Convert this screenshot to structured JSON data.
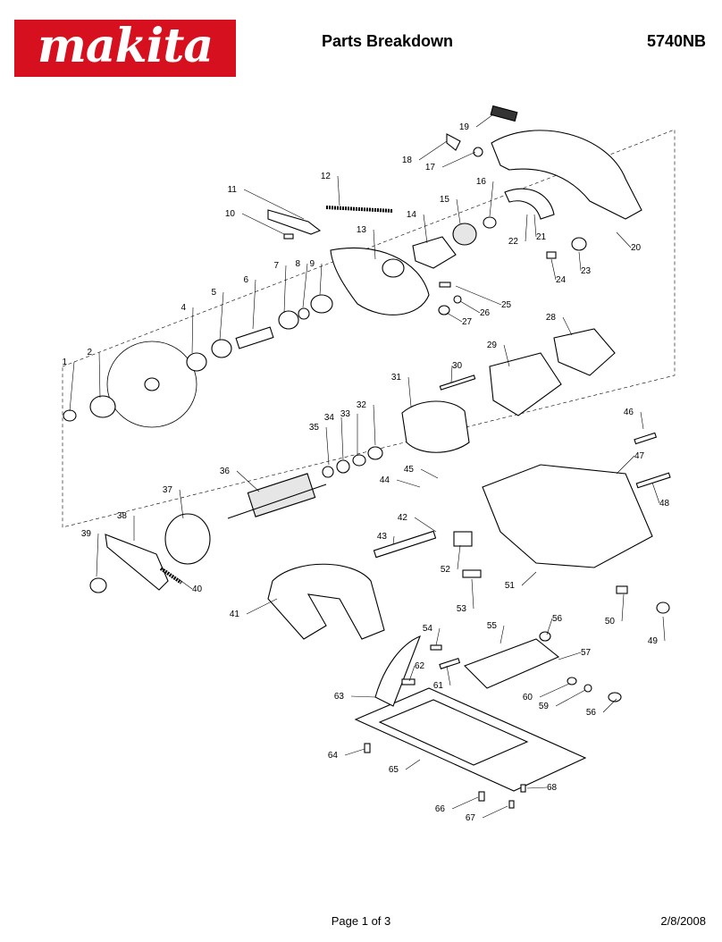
{
  "header": {
    "logo_text": "makita",
    "logo_mark": "®",
    "title": "Parts Breakdown",
    "model": "5740NB"
  },
  "footer": {
    "page": "Page 1 of 3",
    "date": "2/8/2008"
  },
  "colors": {
    "brand_red": "#d6101e",
    "line": "#000000",
    "background": "#ffffff"
  },
  "part_numbers": [
    "1",
    "2",
    "4",
    "5",
    "6",
    "7",
    "8",
    "9",
    "10",
    "11",
    "12",
    "13",
    "14",
    "15",
    "16",
    "17",
    "18",
    "19",
    "20",
    "21",
    "22",
    "23",
    "24",
    "25",
    "26",
    "27",
    "28",
    "29",
    "30",
    "31",
    "32",
    "33",
    "34",
    "35",
    "36",
    "37",
    "38",
    "39",
    "40",
    "41",
    "42",
    "43",
    "44",
    "45",
    "46",
    "47",
    "48",
    "49",
    "50",
    "51",
    "52",
    "53",
    "54",
    "55",
    "56",
    "56",
    "57",
    "59",
    "60",
    "61",
    "62",
    "63",
    "64",
    "65",
    "66",
    "67",
    "68"
  ]
}
